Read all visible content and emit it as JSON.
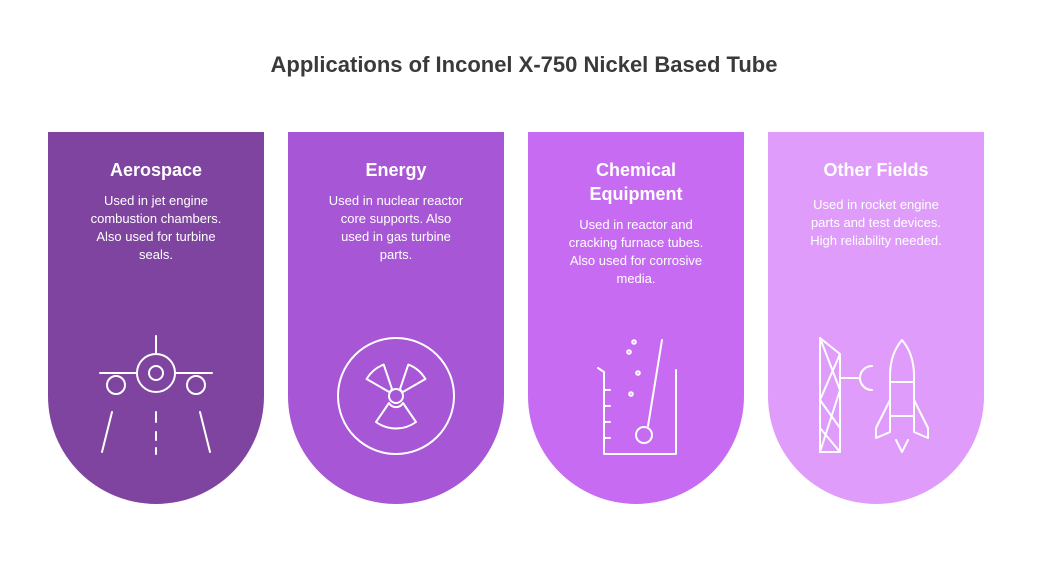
{
  "title": "Applications of Inconel X-750 Nickel Based Tube",
  "colors": {
    "card1": "#7e44a0",
    "card2": "#a756d6",
    "card3": "#c76cf2",
    "card4": "#e09cfa",
    "title": "#3a3a3a"
  },
  "cards": [
    {
      "title": "Aerospace",
      "text": "Used in jet engine\ncombustion chambers.\nAlso used for turbine\nseals.",
      "icon": "airplane-runway-icon"
    },
    {
      "title": "Energy",
      "text": "Used in nuclear reactor\ncore supports. Also\nused in gas turbine\nparts.",
      "icon": "radiation-icon"
    },
    {
      "title": "Chemical\nEquipment",
      "text": "Used in reactor and\ncracking furnace tubes.\nAlso used for corrosive\nmedia.",
      "icon": "beaker-icon"
    },
    {
      "title": "Other Fields",
      "text": "Used in rocket engine\nparts and test devices.\nHigh reliability needed.",
      "icon": "rocket-launch-tower-icon"
    }
  ]
}
